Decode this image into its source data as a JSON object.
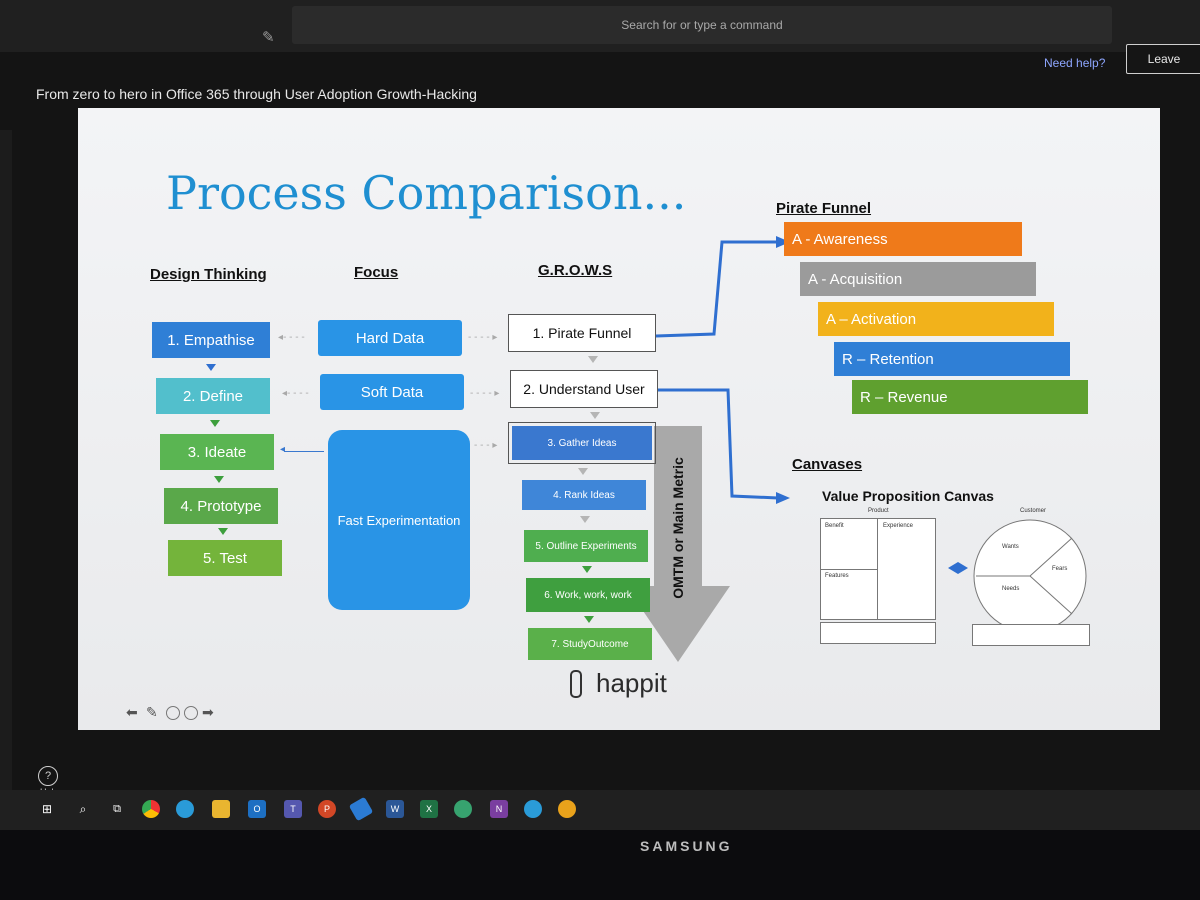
{
  "app": {
    "search_placeholder": "Search for or type a command",
    "need_help": "Need help?",
    "leave": "Leave",
    "meeting_title": "From zero to hero in Office 365 through User Adoption Growth-Hacking",
    "help_label": "Help",
    "help_glyph": "?"
  },
  "slide": {
    "title": "Process Comparison...",
    "design_thinking": {
      "header": "Design Thinking",
      "steps": [
        "1. Empathise",
        "2. Define",
        "3. Ideate",
        "4. Prototype",
        "5. Test"
      ]
    },
    "focus": {
      "header": "Focus",
      "items": [
        "Hard Data",
        "Soft Data",
        "Fast Experimentation"
      ]
    },
    "grows": {
      "header": "G.R.O.W.S",
      "steps": [
        "1. Pirate Funnel",
        "2. Understand User",
        "3. Gather Ideas",
        "4. Rank Ideas",
        "5. Outline Experiments",
        "6. Work, work, work",
        "7. StudyOutcome"
      ],
      "metric_label": "OMTM or Main Metric"
    },
    "pirate_funnel": {
      "header": "Pirate Funnel",
      "stages": [
        "A - Awareness",
        "A - Acquisition",
        "A – Activation",
        "R – Retention",
        "R – Revenue"
      ],
      "colors": [
        "#ef7a1a",
        "#9b9b9b",
        "#f2b21b",
        "#2f7fd6",
        "#5fa02f"
      ]
    },
    "canvases": {
      "header": "Canvases",
      "vpc_title": "Value Proposition Canvas",
      "product_label": "Product",
      "customer_label": "Customer",
      "benefit": "Benefit",
      "experience": "Experience",
      "features": "Features",
      "wants": "Wants",
      "fears": "Fears",
      "needs": "Needs"
    },
    "logo": "happit",
    "colors": {
      "dt_blue": "#2f7fd6",
      "dt_teal": "#52bfcc",
      "dt_green": "#5ab552",
      "dt_lightgreen": "#74b43b",
      "focus_blue": "#2994e6",
      "grows_blue": "#3a78cf",
      "grows_green": "#4fae4f",
      "title_blue": "#1f8fd1"
    }
  },
  "taskbar": {
    "icons": [
      "windows-icon",
      "search-icon",
      "task-view-icon",
      "chrome-icon",
      "edge-icon",
      "file-explorer-icon",
      "outlook-icon",
      "teams-icon",
      "powerpoint-icon",
      "pen-icon",
      "word-icon",
      "excel-icon",
      "edge-dev-icon",
      "onenote-icon",
      "edge-beta-icon",
      "edge-canary-icon"
    ],
    "labels": {
      "outlook": "O",
      "teams": "T",
      "powerpoint": "P",
      "word": "W",
      "excel": "X",
      "onenote": "N"
    }
  },
  "monitor_brand": "SAMSUNG"
}
